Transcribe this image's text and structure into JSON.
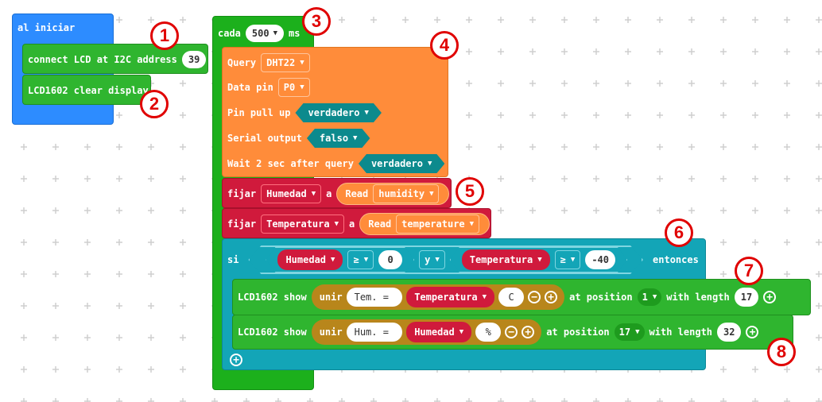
{
  "on_start": {
    "label": "al iniciar",
    "connect_label": "connect LCD at I2C address",
    "address": "39",
    "clear_label": "LCD1602 clear display"
  },
  "every": {
    "label": "cada",
    "interval": "500",
    "unit": "ms"
  },
  "query": {
    "query_label": "Query",
    "sensor": "DHT22",
    "data_pin_label": "Data pin",
    "data_pin": "P0",
    "pullup_label": "Pin pull up",
    "pullup": "verdadero",
    "serial_label": "Serial output",
    "serial": "falso",
    "wait_label": "Wait 2 sec after query",
    "wait": "verdadero"
  },
  "set_humidity": {
    "label": "fijar",
    "variable": "Humedad",
    "to": "a",
    "read": "Read",
    "what": "humidity"
  },
  "set_temperature": {
    "label": "fijar",
    "variable": "Temperatura",
    "to": "a",
    "read": "Read",
    "what": "temperature"
  },
  "if_block": {
    "si": "si",
    "left_var": "Humedad",
    "left_op": "≥",
    "left_val": "0",
    "logic": "y",
    "right_var": "Temperatura",
    "right_op": "≥",
    "right_val": "-40",
    "then": "entonces"
  },
  "show1": {
    "label": "LCD1602 show",
    "join": "unir",
    "text": "Tem. = ",
    "variable": "Temperatura",
    "suffix": "C",
    "at_position": "at position",
    "position": "1",
    "with_length": "with length",
    "length": "17"
  },
  "show2": {
    "label": "LCD1602 show",
    "join": "unir",
    "text": "Hum. = ",
    "variable": "Humedad",
    "suffix": "%",
    "at_position": "at position",
    "position": "17",
    "with_length": "with length",
    "length": "32"
  },
  "callouts": [
    "1",
    "2",
    "3",
    "4",
    "5",
    "6",
    "7",
    "8"
  ],
  "colors": {
    "basic_blue": "#2d8cff",
    "loop_green": "#1cb01c",
    "sensor_orange": "#ff8c3a",
    "variable_red": "#d01a3c",
    "logic_teal": "#13a5b7",
    "lcd_green": "#2fb52f",
    "text_gold": "#b8861b",
    "callout_red": "#e00000"
  },
  "icons": {
    "caret": "▼",
    "plus": "+",
    "minus": "−"
  }
}
